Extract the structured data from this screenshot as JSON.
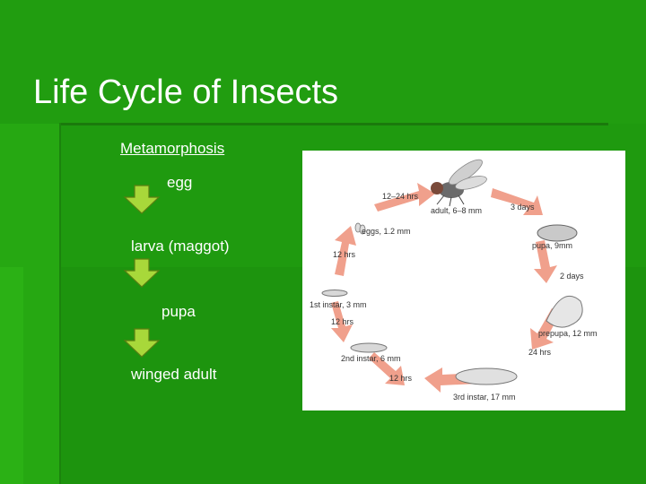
{
  "slide": {
    "title": "Life Cycle of Insects",
    "subtitle": "Metamorphosis",
    "stages": [
      "egg",
      "larva (maggot)",
      "pupa",
      "winged adult"
    ]
  },
  "diagram": {
    "labels": {
      "t1": "12–24 hrs",
      "adult": "adult, 6–8 mm",
      "t2": "3 days",
      "eggs": "eggs, 1.2 mm",
      "pupa": "pupa, 9mm",
      "t3": "12 hrs",
      "t4": "2 days",
      "instar1": "1st instar, 3 mm",
      "t5": "12 hrs",
      "prepupa": "prepupa, 12 mm",
      "t6": "24 hrs",
      "instar2": "2nd instar, 6 mm",
      "t7": "12 hrs",
      "instar3": "3rd instar, 17 mm"
    }
  },
  "colors": {
    "background": "#1f9a0f",
    "arrow_fill": "#a8d83a",
    "cycle_arrow": "#f0a08c",
    "text": "#ffffff"
  }
}
